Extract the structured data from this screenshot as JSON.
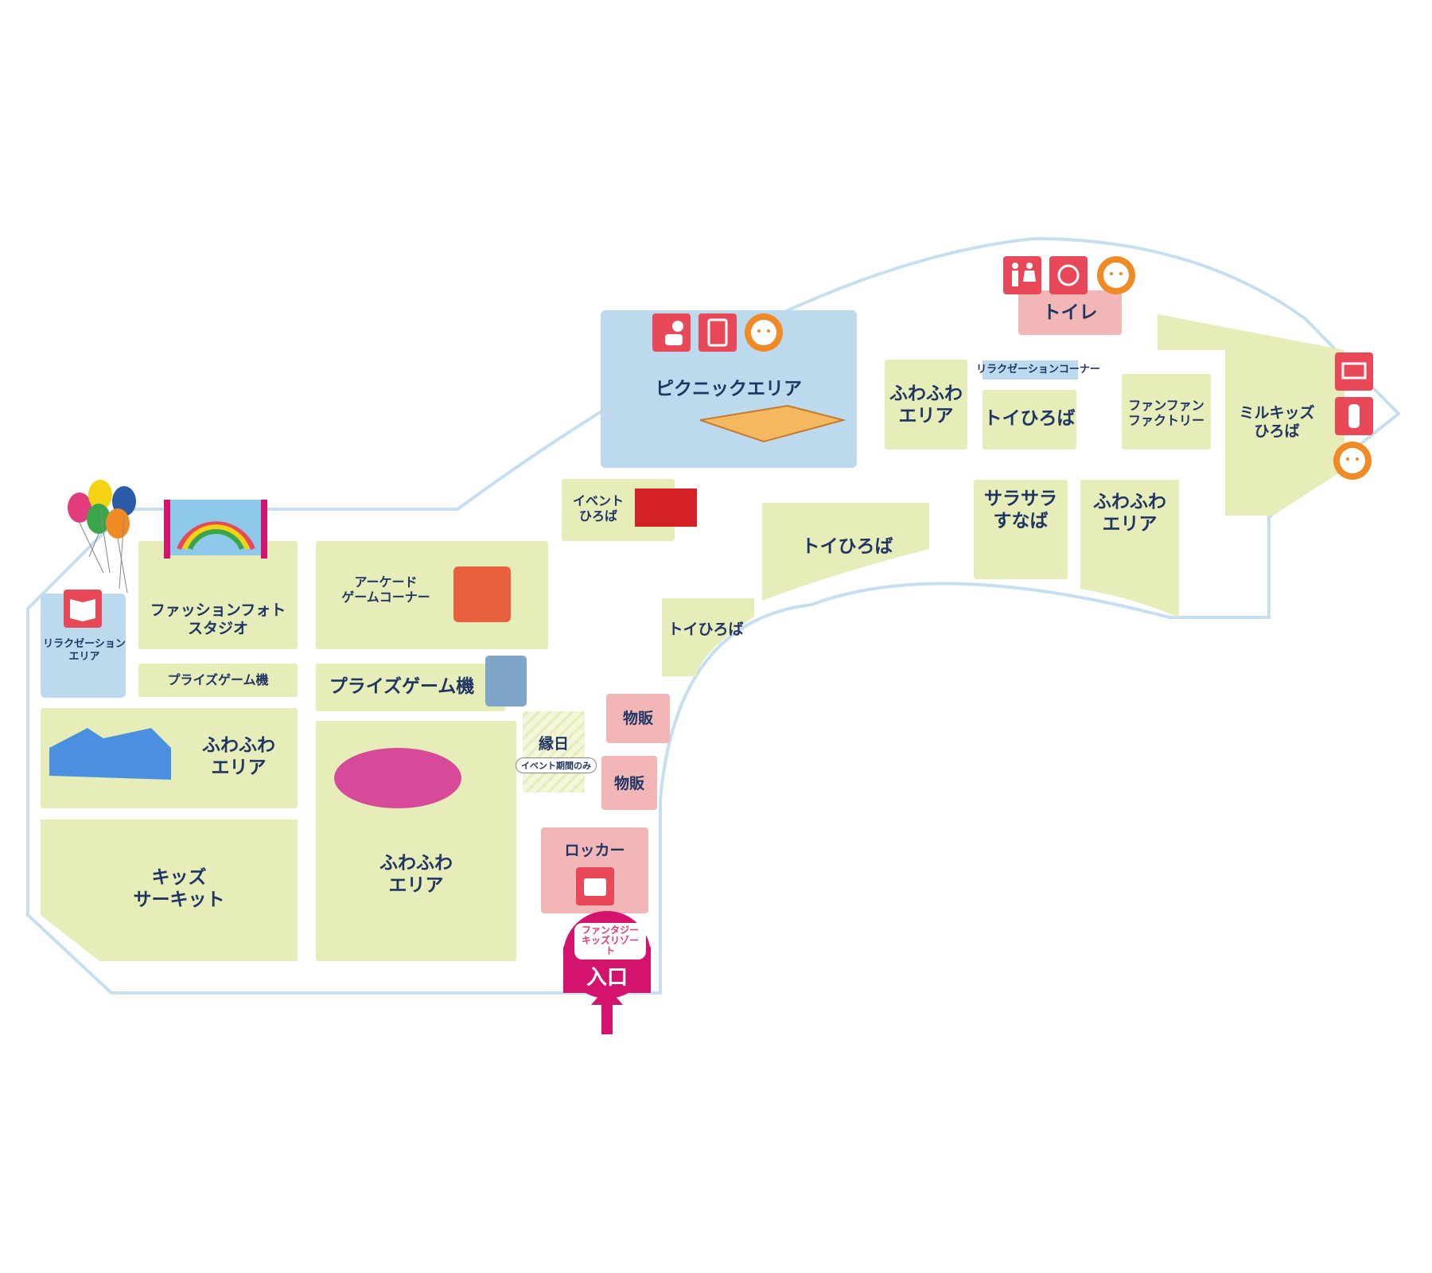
{
  "colors": {
    "area_green": "#e6edb8",
    "area_blue": "#bcd9ee",
    "area_pink": "#f2b6b7",
    "icon_red": "#e84857",
    "icon_orange": "#f08a24",
    "entrance_magenta": "#d4136f",
    "outline": "#c5dff0",
    "text": "#1f3563"
  },
  "areas": {
    "picnic": "ピクニックエリア",
    "toilet": "トイレ",
    "relax_corner": "リラクゼーションコーナー",
    "fuwafuwa_top": "ふわふわ\nエリア",
    "toy_plaza_top": "トイひろば",
    "fanfan_factory": "ファンファン\nファクトリー",
    "milkids": "ミルキッズ\nひろば",
    "event_plaza": "イベント\nひろば",
    "toy_plaza_mid": "トイひろば",
    "sarasara": "サラサラ\nすなば",
    "fuwafuwa_right": "ふわふわ\nエリア",
    "toy_plaza_small": "トイひろば",
    "fashion_photo": "ファッションフォト\nスタジオ",
    "arcade": "アーケード\nゲームコーナー",
    "relax_area": "リラクゼーション\nエリア",
    "prize_small": "プライズゲーム機",
    "prize_large": "プライズゲーム機",
    "fuwafuwa_left": "ふわふわ\nエリア",
    "fuwafuwa_center": "ふわふわ\nエリア",
    "kids_circuit": "キッズ\nサーキット",
    "ennichi": "縁日",
    "event_only": "イベント期間のみ",
    "shop_1": "物販",
    "shop_2": "物販",
    "locker": "ロッカー",
    "entrance": "入口",
    "logo_line1": "ファンタジー",
    "logo_line2": "キッズリゾート"
  },
  "icons": {
    "picnic_group": [
      "nursing-icon",
      "vending-machine-icon",
      "baby-face-icon"
    ],
    "toilet_group": [
      "restroom-icon",
      "accessible-restroom-icon",
      "baby-face-icon"
    ],
    "right_group": [
      "crib-icon",
      "baby-bottle-icon",
      "baby-face-icon"
    ],
    "relax": "book-icon",
    "locker": "locker-key-icon"
  }
}
